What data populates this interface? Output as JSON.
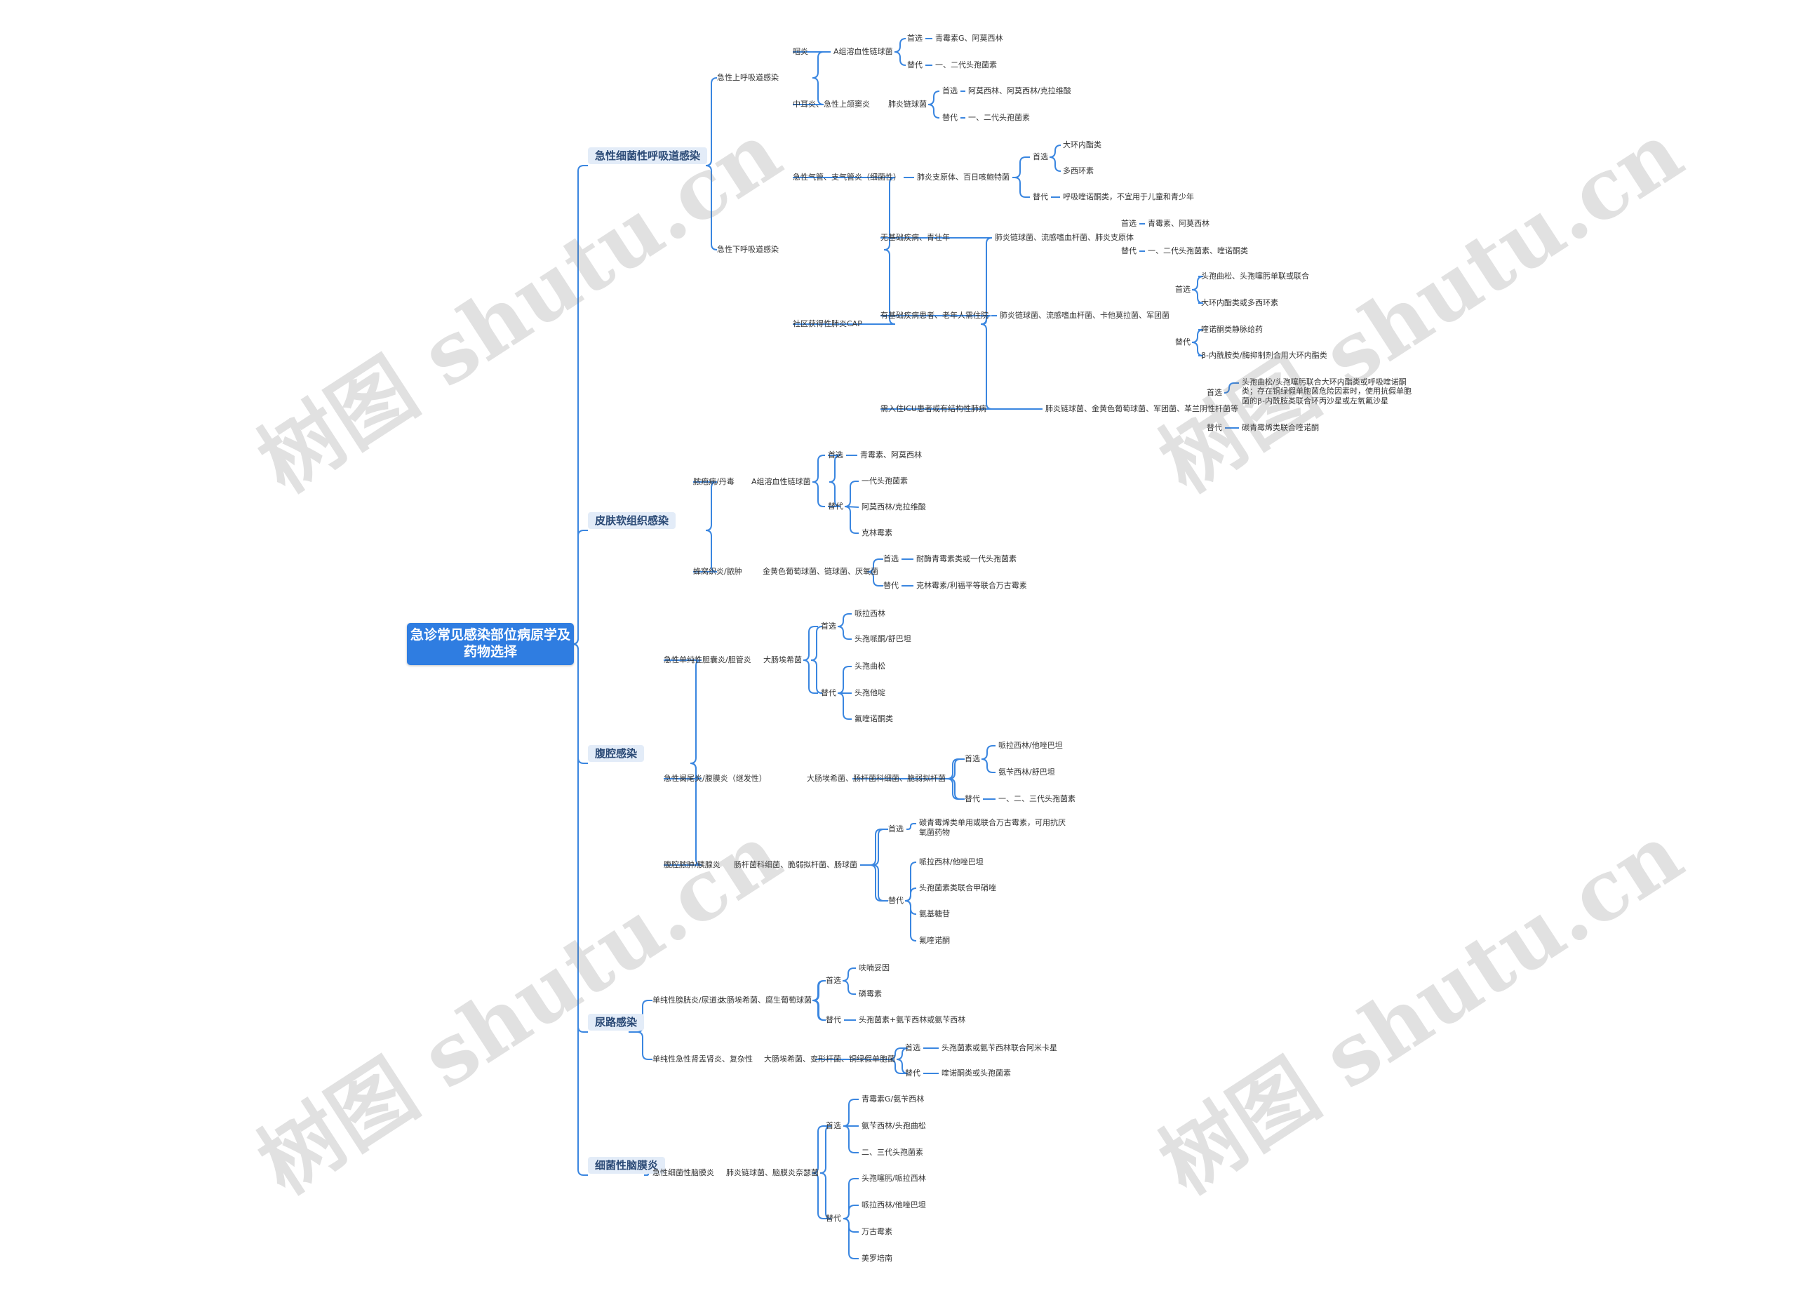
{
  "colors": {
    "accent": "#2f7de1",
    "branch": "#e3ecf8",
    "line": "#3a86e0",
    "watermark": "#9a9a9a"
  },
  "watermark": "树图 shutu.cn",
  "mindmap": {
    "root": "急诊常见感染部位病原学及药物选择",
    "branches": [
      "急性细菌性呼吸道感染",
      "皮肤软组织感染",
      "腹腔感染",
      "尿路感染",
      "细菌性脑膜炎"
    ],
    "nodes": [
      "急性上呼吸道感染",
      "咽炎",
      "A组溶血性链球菌",
      "首选",
      "青霉素G、阿莫西林",
      "替代",
      "一、二代头孢菌素",
      "中耳炎、急性上颌窦炎",
      "肺炎链球菌",
      "首选",
      "阿莫西林、阿莫西林/克拉维酸",
      "替代",
      "一、二代头孢菌素",
      "急性下呼吸道感染",
      "急性气管、支气管炎（细菌性）",
      "肺炎支原体、百日咳鲍特菌",
      "首选",
      "大环内酯类",
      "多西环素",
      "替代",
      "呼吸喹诺酮类，不宜用于儿童和青少年",
      "社区获得性肺炎CAP",
      "无基础疾病、青壮年",
      "肺炎链球菌、流感嗜血杆菌、肺炎支原体",
      "首选",
      "青霉素、阿莫西林",
      "替代",
      "一、二代头孢菌素、喹诺酮类",
      "有基础疾病患者、老年人需住院",
      "肺炎链球菌、流感嗜血杆菌、卡他莫拉菌、军团菌",
      "首选",
      "头孢曲松、头孢噻肟单联或联合",
      "大环内酯类或多西环素",
      "替代",
      "喹诺酮类静脉给药",
      "β-内酰胺类/酶抑制剂合用大环内酯类",
      "需入住ICU患者或有结构性肺病",
      "肺炎链球菌、金黄色葡萄球菌、军团菌、革兰阴性杆菌等",
      "首选",
      "头孢曲松/头孢噻肟联合大环内酯类或呼吸喹诺酮类；存在铜绿假单胞菌危险因素时，使用抗假单胞菌的β-内酰胺类联合环丙沙星或左氧氟沙星",
      "替代",
      "碳青霉烯类联合喹诺酮",
      "脓疱病/丹毒",
      "A组溶血性链球菌",
      "首选",
      "青霉素、阿莫西林",
      "替代",
      "一代头孢菌素",
      "阿莫西林/克拉维酸",
      "克林霉素",
      "蜂窝织炎/脓肿",
      "金黄色葡萄球菌、链球菌、厌氧菌",
      "首选",
      "耐酶青霉素类或一代头孢菌素",
      "替代",
      "克林霉素/利福平等联合万古霉素",
      "急性单纯性胆囊炎/胆管炎",
      "大肠埃希菌",
      "首选",
      "哌拉西林",
      "头孢哌酮/舒巴坦",
      "替代",
      "头孢曲松",
      "头孢他啶",
      "氟喹诺酮类",
      "急性阑尾炎/腹膜炎（继发性）",
      "大肠埃希菌、肠杆菌科细菌、脆弱拟杆菌",
      "首选",
      "哌拉西林/他唑巴坦",
      "氨苄西林/舒巴坦",
      "替代",
      "一、二、三代头孢菌素",
      "腹腔脓肿/胰腺炎",
      "肠杆菌科细菌、脆弱拟杆菌、肠球菌",
      "首选",
      "碳青霉烯类单用或联合万古霉素，可用抗厌氧菌药物",
      "替代",
      "哌拉西林/他唑巴坦",
      "头孢菌素类联合甲硝唑",
      "氨基糖苷",
      "氟喹诺酮",
      "单纯性膀胱炎/尿道炎",
      "大肠埃希菌、腐生葡萄球菌",
      "首选",
      "呋喃妥因",
      "磷霉素",
      "替代",
      "头孢菌素+氨苄西林或氨苄西林",
      "单纯性急性肾盂肾炎、复杂性",
      "大肠埃希菌、变形杆菌、铜绿假单胞菌",
      "首选",
      "头孢菌素或氨苄西林联合阿米卡星",
      "替代",
      "喹诺酮类或头孢菌素",
      "急性细菌性脑膜炎",
      "肺炎链球菌、脑膜炎奈瑟菌",
      "首选",
      "青霉素G/氨苄西林",
      "氨苄西林/头孢曲松",
      "二、三代头孢菌素",
      "替代",
      "头孢噻肟/哌拉西林",
      "哌拉西林/他唑巴坦",
      "万古霉素",
      "美罗培南"
    ]
  }
}
